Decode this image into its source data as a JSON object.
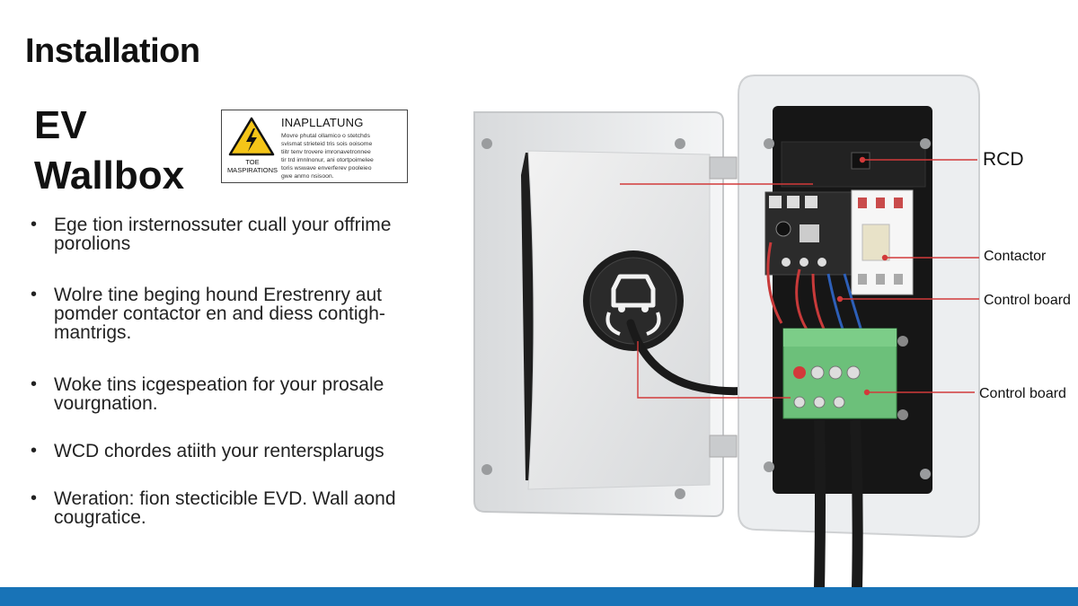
{
  "page": {
    "title": "Installation",
    "subtitle_line1": "EV",
    "subtitle_line2": "Wallbox"
  },
  "warning_label": {
    "heading": "INAPLLATUNG",
    "side_label_line1": "TOE",
    "side_label_line2": "MASPIRATIONS",
    "lines": [
      "Movre phutal ollamico o stetchds",
      "svismat strieteid tris sois ooisome",
      "tiitr tenv trovere imronavetronnee",
      "tir trd imnlnonur, ani otortpoimelee",
      "toris wswave enverferev pooleieo",
      "gwe anmo nsisoon."
    ]
  },
  "bullets": [
    {
      "line1": "Ege tion irsternossuter cuall your offrime",
      "line2": "porolions"
    },
    {
      "line1": "Wolre tine beging hound Erestrenry aut",
      "line2": "pomder contactor en and diess contigh-",
      "line3": "mantrigs."
    },
    {
      "line1": "Woke tins icgespeation for your prosale",
      "line2": "vourgnation."
    },
    {
      "line1": "WCD chordes atiith your rentersplarugs"
    },
    {
      "line1": "Weration: fion stecticible EVD. Wall aond",
      "line2": "cougratice."
    }
  ],
  "callouts": {
    "rcd": "RCD",
    "contactor": "Contactor",
    "control_board_1": "Control board",
    "control_board_2": "Control board"
  },
  "colors": {
    "footer_bar": "#1873b7",
    "callout_line": "#d23a3a",
    "terminal_green": "#6cc07a",
    "enclosure": "#e9ebed",
    "warning_yellow": "#f5c518"
  },
  "icons": [
    "warning-triangle-icon",
    "car-plug-icon"
  ]
}
